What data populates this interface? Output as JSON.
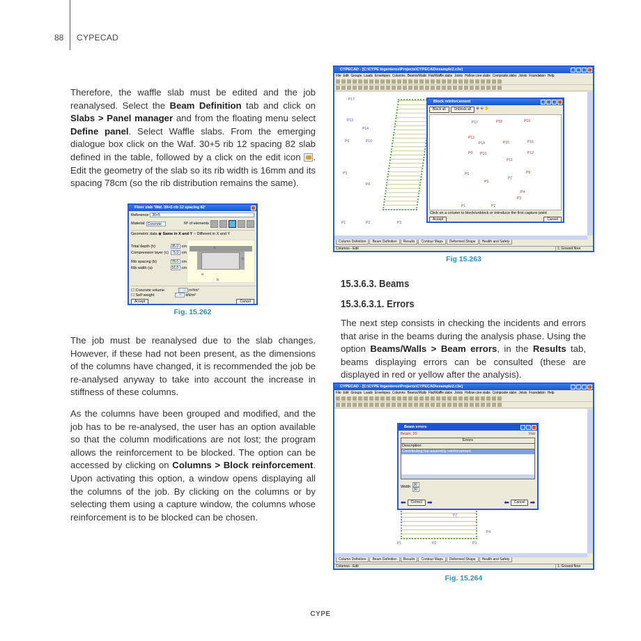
{
  "header": {
    "page_number": "88",
    "running_head": "CYPECAD"
  },
  "left": {
    "p1": [
      "Therefore, the waffle slab must be edited and the job reanalysed. Select the ",
      "Beam Definition",
      " tab and click on ",
      "Slabs > Panel manager",
      " and from the floating menu select ",
      "Define panel",
      ". Select Waffle slabs. From the emerging dialogue box click on the Waf. 30+5 rib 12 spacing 82 slab defined in the table, followed by a click on the edit icon ",
      ". Edit the geometry of the slab so its rib width is 16mm and its spacing 78cm (so the rib distribution remains the same)."
    ],
    "p2": "The job must be reanalysed due to the slab changes. However, if these had not been present, as the dimensions of the columns have changed, it is recommended the job be re-analysed anyway to take into account the increase in stiffness of these columns.",
    "p3": [
      "As the columns have been grouped and modified, and the job has to be re-analysed, the user has an option available so that the column modifications are not lost; the program allows the reinforcement to be blocked. The option can be accessed by clicking on ",
      "Columns > Block reinforcement",
      ". Upon activating this option, a window opens displaying all the columns of the job. By clicking on the columns or by selecting them using a capture window, the columns whose reinforcement is to be blocked can be chosen."
    ]
  },
  "fig262": {
    "caption": "Fig. 15.262",
    "title": "Floor slab 'Waf. 30+5 rib 12 spacing 82'",
    "reference_label": "Reference",
    "reference_value": "30+5",
    "material_label": "Material",
    "material_value": "Concrete",
    "elements_label": "Nº of elements",
    "geometric_label": "Geometric data",
    "opt_same": "Same in X and Y",
    "opt_diff": "Different in X and Y",
    "fields": [
      {
        "label": "Total depth (h)",
        "value": "35.0",
        "unit": "cm"
      },
      {
        "label": "Compression layer (c)",
        "value": "5.0",
        "unit": "cm"
      },
      {
        "label": "Rib spacing (b)",
        "value": "78.0",
        "unit": "cm"
      },
      {
        "label": "Rib width (a)",
        "value": "16.0",
        "unit": "cm"
      }
    ],
    "concrete_volume_label": "Concrete volume",
    "concrete_volume_value": "0.160",
    "concrete_volume_unit": "m³/m²",
    "self_weight_label": "Self weight",
    "self_weight_value": "5.45",
    "self_weight_unit": "kN/m²",
    "accept": "Accept",
    "cancel": "Cancel",
    "dim_c": "c",
    "dim_h": "h",
    "dim_a": "a",
    "dim_b": "b"
  },
  "app": {
    "title": "CYPECAD - [C:\\CYPE Ingenieros\\Projects\\CYPECAD\\example2.c3e]",
    "menu": [
      "File",
      "Edit",
      "Groups",
      "Loads",
      "Envelopes",
      "Columns",
      "Beams/Walls",
      "Flat/Waffle slabs",
      "Joists",
      "Hollow core slabs",
      "Composite slabs",
      "Joists",
      "Foundation",
      "Help"
    ],
    "tabs": [
      "Column Definition",
      "Beam Definition",
      "Results",
      "Contour Maps",
      "Deformed Shape",
      "Health and Safety"
    ],
    "status_left": "Columns - Edit",
    "status_right": "1: Ground floor"
  },
  "fig263": {
    "caption": "Fig 15.263",
    "dialog_title": "Block reinforcement",
    "block_all": "Block all",
    "unblock_all": "Unblock all",
    "hint": "Click on a column to block/unblock or introduce the first capture point",
    "accept": "Accept",
    "cancel": "Cancel",
    "columns": [
      "P17",
      "P18",
      "P19",
      "P13",
      "P14",
      "P15",
      "P16",
      "P9",
      "P10",
      "P11",
      "P12",
      "P5",
      "P6",
      "P7",
      "P8",
      "P4",
      "P3",
      "P1",
      "P2"
    ],
    "bg_labels": [
      "P17",
      "P13",
      "P14",
      "P9",
      "P10",
      "P5",
      "P6",
      "P1",
      "P2",
      "P3"
    ]
  },
  "right": {
    "h_beams": "15.3.6.3. Beams",
    "h_errors": "15.3.6.3.1. Errors",
    "p1": [
      "The next step consists in checking the incidents and errors that arise in the beams during the analysis phase. Using the option ",
      "Beams/Walls > Beam errors",
      ", in the ",
      "Results",
      " tab, beams displaying errors can be consulted (these are displayed in red or yellow after the analysis)."
    ]
  },
  "fig264": {
    "caption": "Fig. 15.264",
    "dialog_title": "Beam errors",
    "beam_label": "Beam: 20",
    "flat_label": "Flat",
    "errors_header": "Errors",
    "description_header": "Description",
    "error_row": "Contributing top assembly reinforcement",
    "width_label": "Width",
    "width_value1": "30",
    "width_value2": "30",
    "correct": "Correct",
    "cancel": "Cancel",
    "bg_labels": [
      "P1",
      "P2",
      "P3",
      "P4",
      "P7"
    ]
  },
  "footer": {
    "brand": "CYPE"
  },
  "colors": {
    "caption": "#2e8fc4",
    "titlebar": "#2a5bd7",
    "selection": "#7f9fe0"
  }
}
